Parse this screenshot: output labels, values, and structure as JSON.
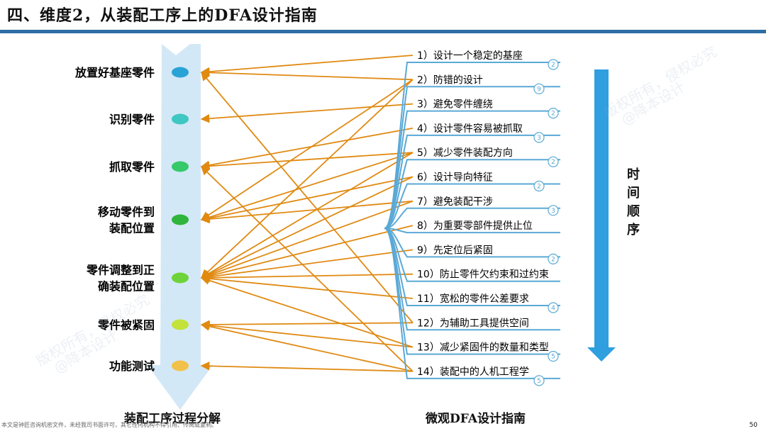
{
  "header": {
    "title": "四、维度2，从装配工序上的DFA设计指南"
  },
  "left_column": {
    "caption": "装配工序过程分解",
    "stages": [
      {
        "id": 1,
        "lines": [
          "放置好基座零件"
        ],
        "dot_color": "#29a3d6"
      },
      {
        "id": 2,
        "lines": [
          "识别零件"
        ],
        "dot_color": "#3ec7c3"
      },
      {
        "id": 3,
        "lines": [
          "抓取零件"
        ],
        "dot_color": "#35c96a"
      },
      {
        "id": 4,
        "lines": [
          "移动零件到",
          "装配位置"
        ],
        "dot_color": "#2fb53c"
      },
      {
        "id": 5,
        "lines": [
          "零件调整到正",
          "确装配位置"
        ],
        "dot_color": "#6ed33a"
      },
      {
        "id": 6,
        "lines": [
          "零件被紧固"
        ],
        "dot_color": "#c3e23a"
      },
      {
        "id": 7,
        "lines": [
          "功能测试"
        ],
        "dot_color": "#f2c14a"
      }
    ]
  },
  "right_column": {
    "caption": "微观DFA设计指南",
    "guidelines": [
      {
        "label": "1）设计一个稳定的基座",
        "count": "2"
      },
      {
        "label": "2）防错的设计",
        "count": "9"
      },
      {
        "label": "3）避免零件缠绕",
        "count": "2"
      },
      {
        "label": "4）设计零件容易被抓取",
        "count": "3"
      },
      {
        "label": "5）减少零件装配方向",
        "count": "2"
      },
      {
        "label": "6）设计导向特征",
        "count": "2"
      },
      {
        "label": "7）避免装配干涉",
        "count": "3"
      },
      {
        "label": "8）为重要零部件提供止位",
        "count": ""
      },
      {
        "label": "9）先定位后紧固",
        "count": "2"
      },
      {
        "label": "10）防止零件欠约束和过约束",
        "count": ""
      },
      {
        "label": "11）宽松的零件公差要求",
        "count": "4"
      },
      {
        "label": "12）为辅助工具提供空间",
        "count": ""
      },
      {
        "label": "13）减少紧固件的数量和类型",
        "count": "5"
      },
      {
        "label": "14）装配中的人机工程学",
        "count": "5"
      }
    ]
  },
  "links": [
    [
      1,
      1
    ],
    [
      2,
      1
    ],
    [
      12,
      1
    ],
    [
      3,
      2
    ],
    [
      4,
      3
    ],
    [
      5,
      3
    ],
    [
      14,
      3
    ],
    [
      2,
      4
    ],
    [
      5,
      4
    ],
    [
      6,
      4
    ],
    [
      7,
      4
    ],
    [
      2,
      5
    ],
    [
      5,
      5
    ],
    [
      6,
      5
    ],
    [
      7,
      5
    ],
    [
      8,
      5
    ],
    [
      9,
      5
    ],
    [
      10,
      5
    ],
    [
      11,
      5
    ],
    [
      13,
      5
    ],
    [
      12,
      6
    ],
    [
      13,
      6
    ],
    [
      14,
      6
    ],
    [
      14,
      7
    ]
  ],
  "time_axis": {
    "chars": [
      "时",
      "间",
      "顺",
      "序"
    ]
  },
  "colors": {
    "arrow": "#e08a12",
    "pipe": "#cfe6f5",
    "bracket": "#5aa9d6",
    "time_arrow": "#2f9fe0",
    "rule": "#2e6da4"
  },
  "footer": {
    "note": "本文是钟匠咨询机密文件，未经我司书面许可，其它任何机构不得引用、传阅或复制。",
    "page": "50"
  },
  "watermarks": [
    "版权所有，侵权必究",
    "@降本设计"
  ]
}
